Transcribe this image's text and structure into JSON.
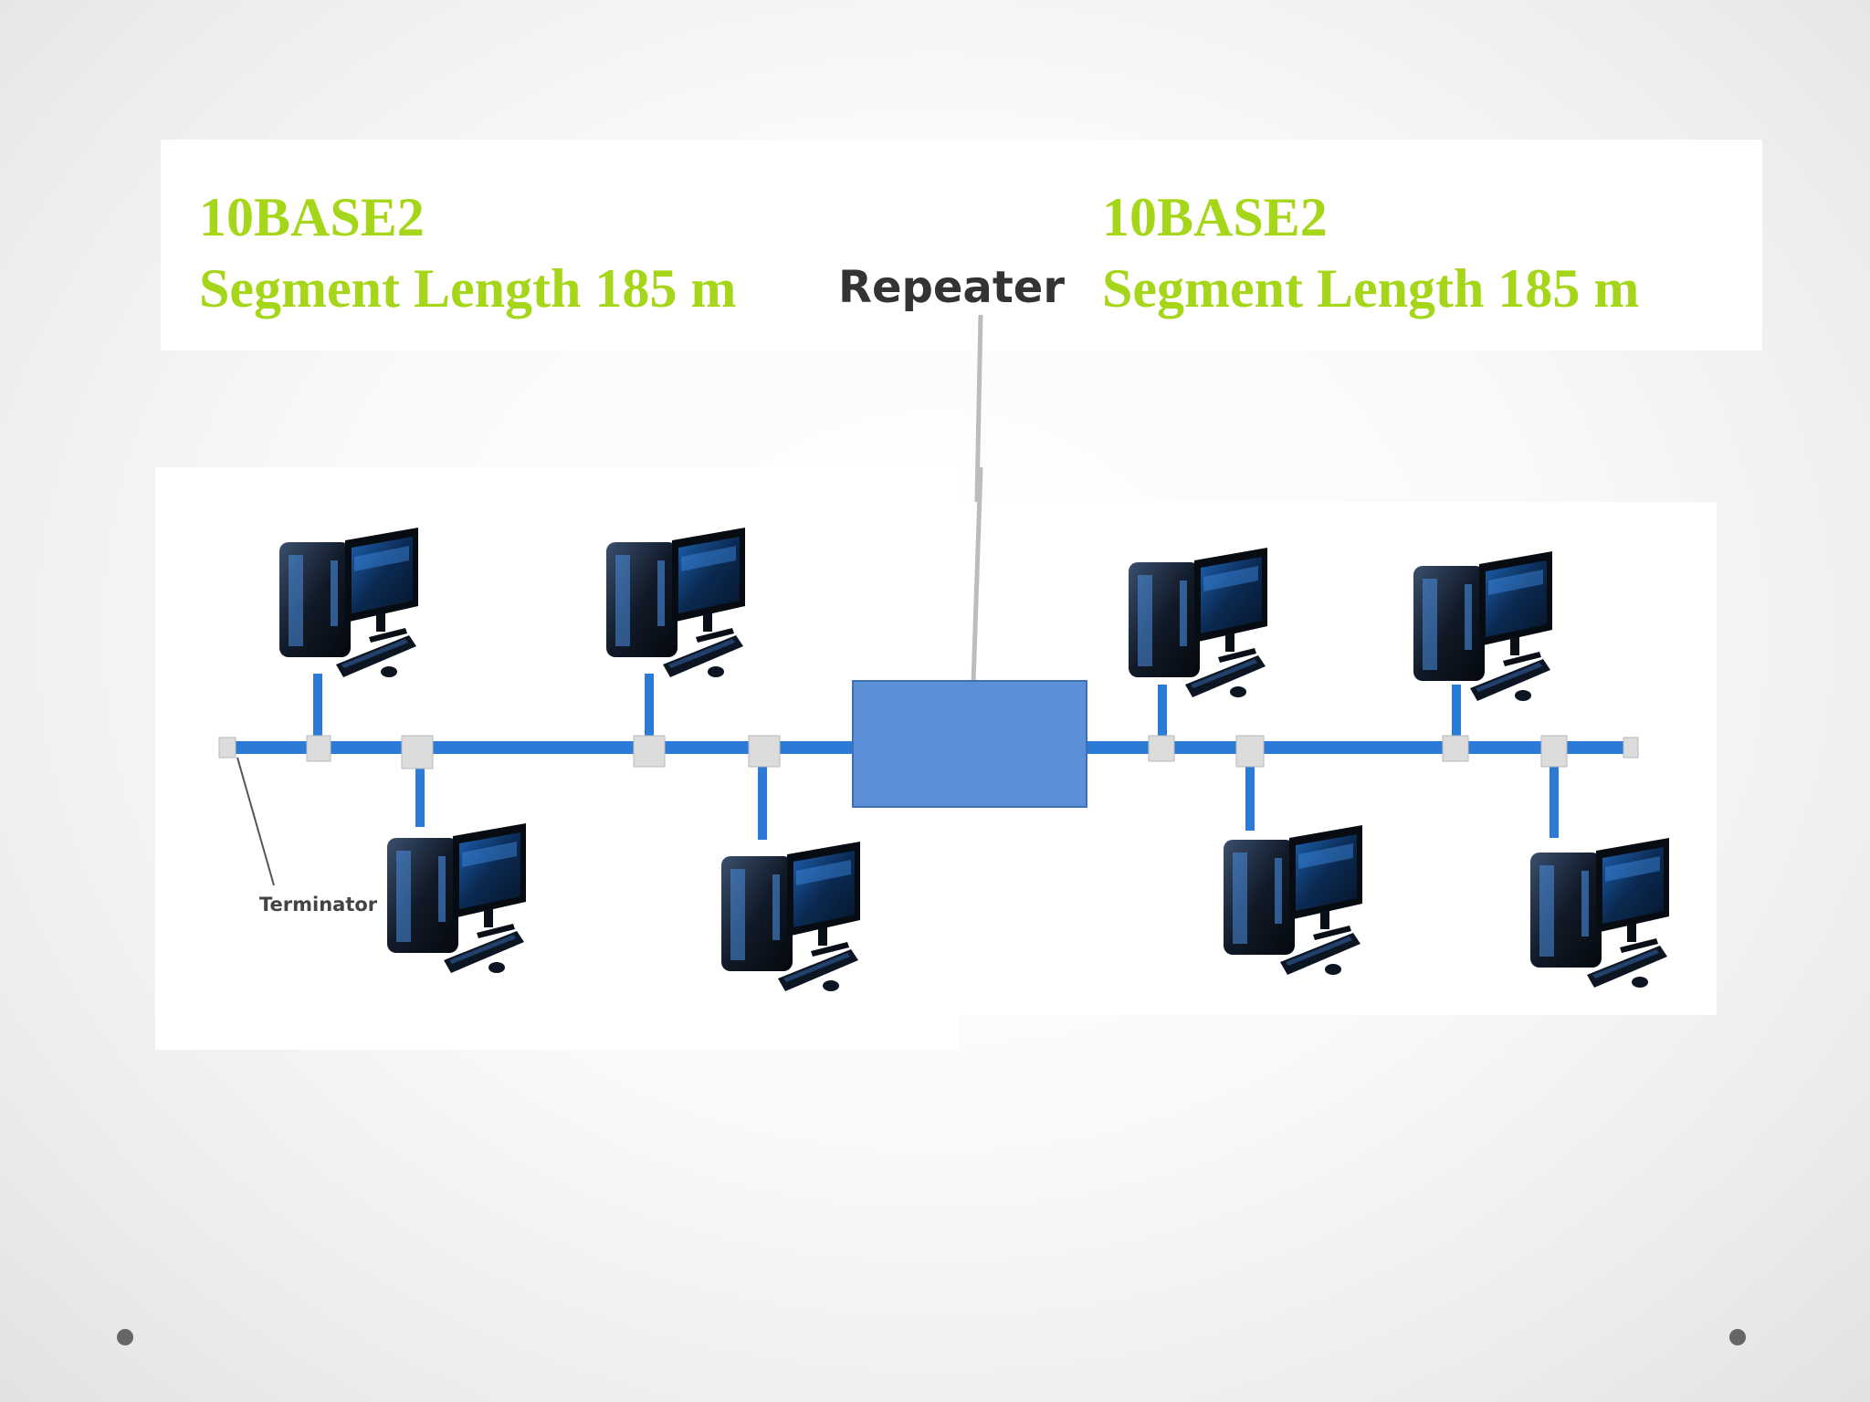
{
  "segments": [
    {
      "standard": "10BASE2",
      "length_label": "Segment Length 185 m"
    },
    {
      "standard": "10BASE2",
      "length_label": "Segment Length 185 m"
    }
  ],
  "repeater_label": "Repeater",
  "terminator_label": "Terminator",
  "colors": {
    "segment_text": "#a6d61a",
    "cable": "#2a7ad6",
    "repeater_box": "#5b8fd8",
    "connector": "#dcdcdc"
  },
  "icons": {
    "workstation": "desktop-computer-icon",
    "bullet": "bullet-dot-icon"
  }
}
